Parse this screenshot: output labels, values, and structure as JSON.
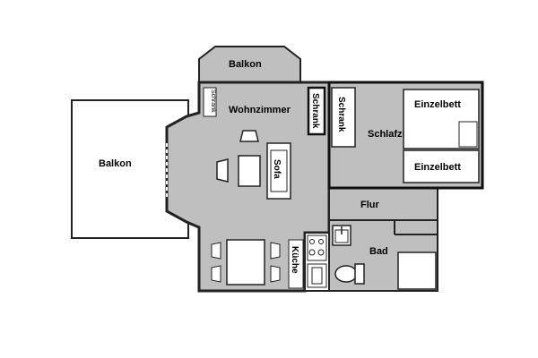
{
  "rooms": {
    "balkon_top": "Balkon",
    "balkon_left": "Balkon",
    "wohnzimmer": "Wohnzimmer",
    "schlafzimmer": "Schlafzimmer",
    "flur": "Flur",
    "bad": "Bad",
    "kueche": "Küche"
  },
  "furniture": {
    "schrank_small": "Schrank",
    "schrank_wohn": "Schrank",
    "schrank_schlaf": "Schrank",
    "sofa": "Sofa",
    "bed_1": "Einzelbett",
    "bed_2": "Einzelbett"
  },
  "colors": {
    "floor": "#bfbfbf",
    "wall": "#222222",
    "furniture": "#ffffff",
    "balcony": "#ffffff"
  }
}
